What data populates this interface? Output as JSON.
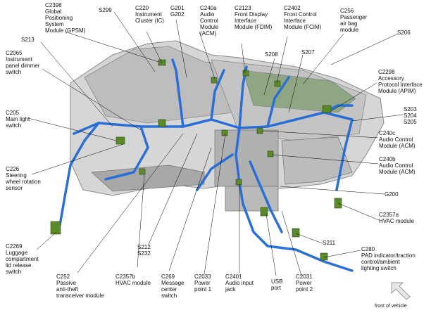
{
  "labels": {
    "c2398": "C2398\nGlobal\nPositioning\nSystem\nModule (GPSM)",
    "s299": "S299",
    "c220": "C220\nInstrument\nCluster (IC)",
    "g201": "G201\nG202",
    "c240a": "C240a\nAudio\nControl\nModule\n(ACM)",
    "c2123": "C2123\nFront Display\nInterface\nModule (FDIM)",
    "c2402": "C2402\nFront Control\nInterface\nModule (FCIM)",
    "c256": "C256\nPassenger\nair bag\nmodule",
    "s206": "S206",
    "s213": "S213",
    "s208": "S208",
    "s207": "S207",
    "c2065": "C2065\nInstrument\npanel dimmer\nswitch",
    "c2298": "C2298\nAccessory\nProtocol Interface\nModule (APIM)",
    "c205": "C205\nMain light\nswitch",
    "s203": "S203\nS204\nS205",
    "c240c": "C240c\nAudio Control\nModule (ACM)",
    "c240b": "C240b\nAudio Control\nModule (ACM)",
    "c226": "C226\nSteering\nwheel rotation\nsensor",
    "g200": "G200",
    "c2357a": "C2357a\nHVAC module",
    "c2269": "C2269\nLuggage\ncompartment\nlid release\nswitch",
    "s211": "S211",
    "c280": "C280\nPAD indicator/traction\ncontrol/ambient\nlighting switch",
    "s212": "S212\nS232",
    "c252": "C252\nPassive\nanti-theft\ntransceiver module",
    "c2357b": "C2357b\nHVAC module",
    "c269": "C269\nMessage\ncenter\nswitch",
    "c2033": "C2033\nPower\npoint 1",
    "c2401": "C2401\nAudio input\njack",
    "usb": "USB\nport",
    "c2031": "C2031\nPower\npoint 2"
  },
  "front_label": "front of vehicle",
  "colors": {
    "harness": "#2a6fd6",
    "connector": "#5a8a2a",
    "panel": "#c8c8c8",
    "leader": "#000000"
  }
}
